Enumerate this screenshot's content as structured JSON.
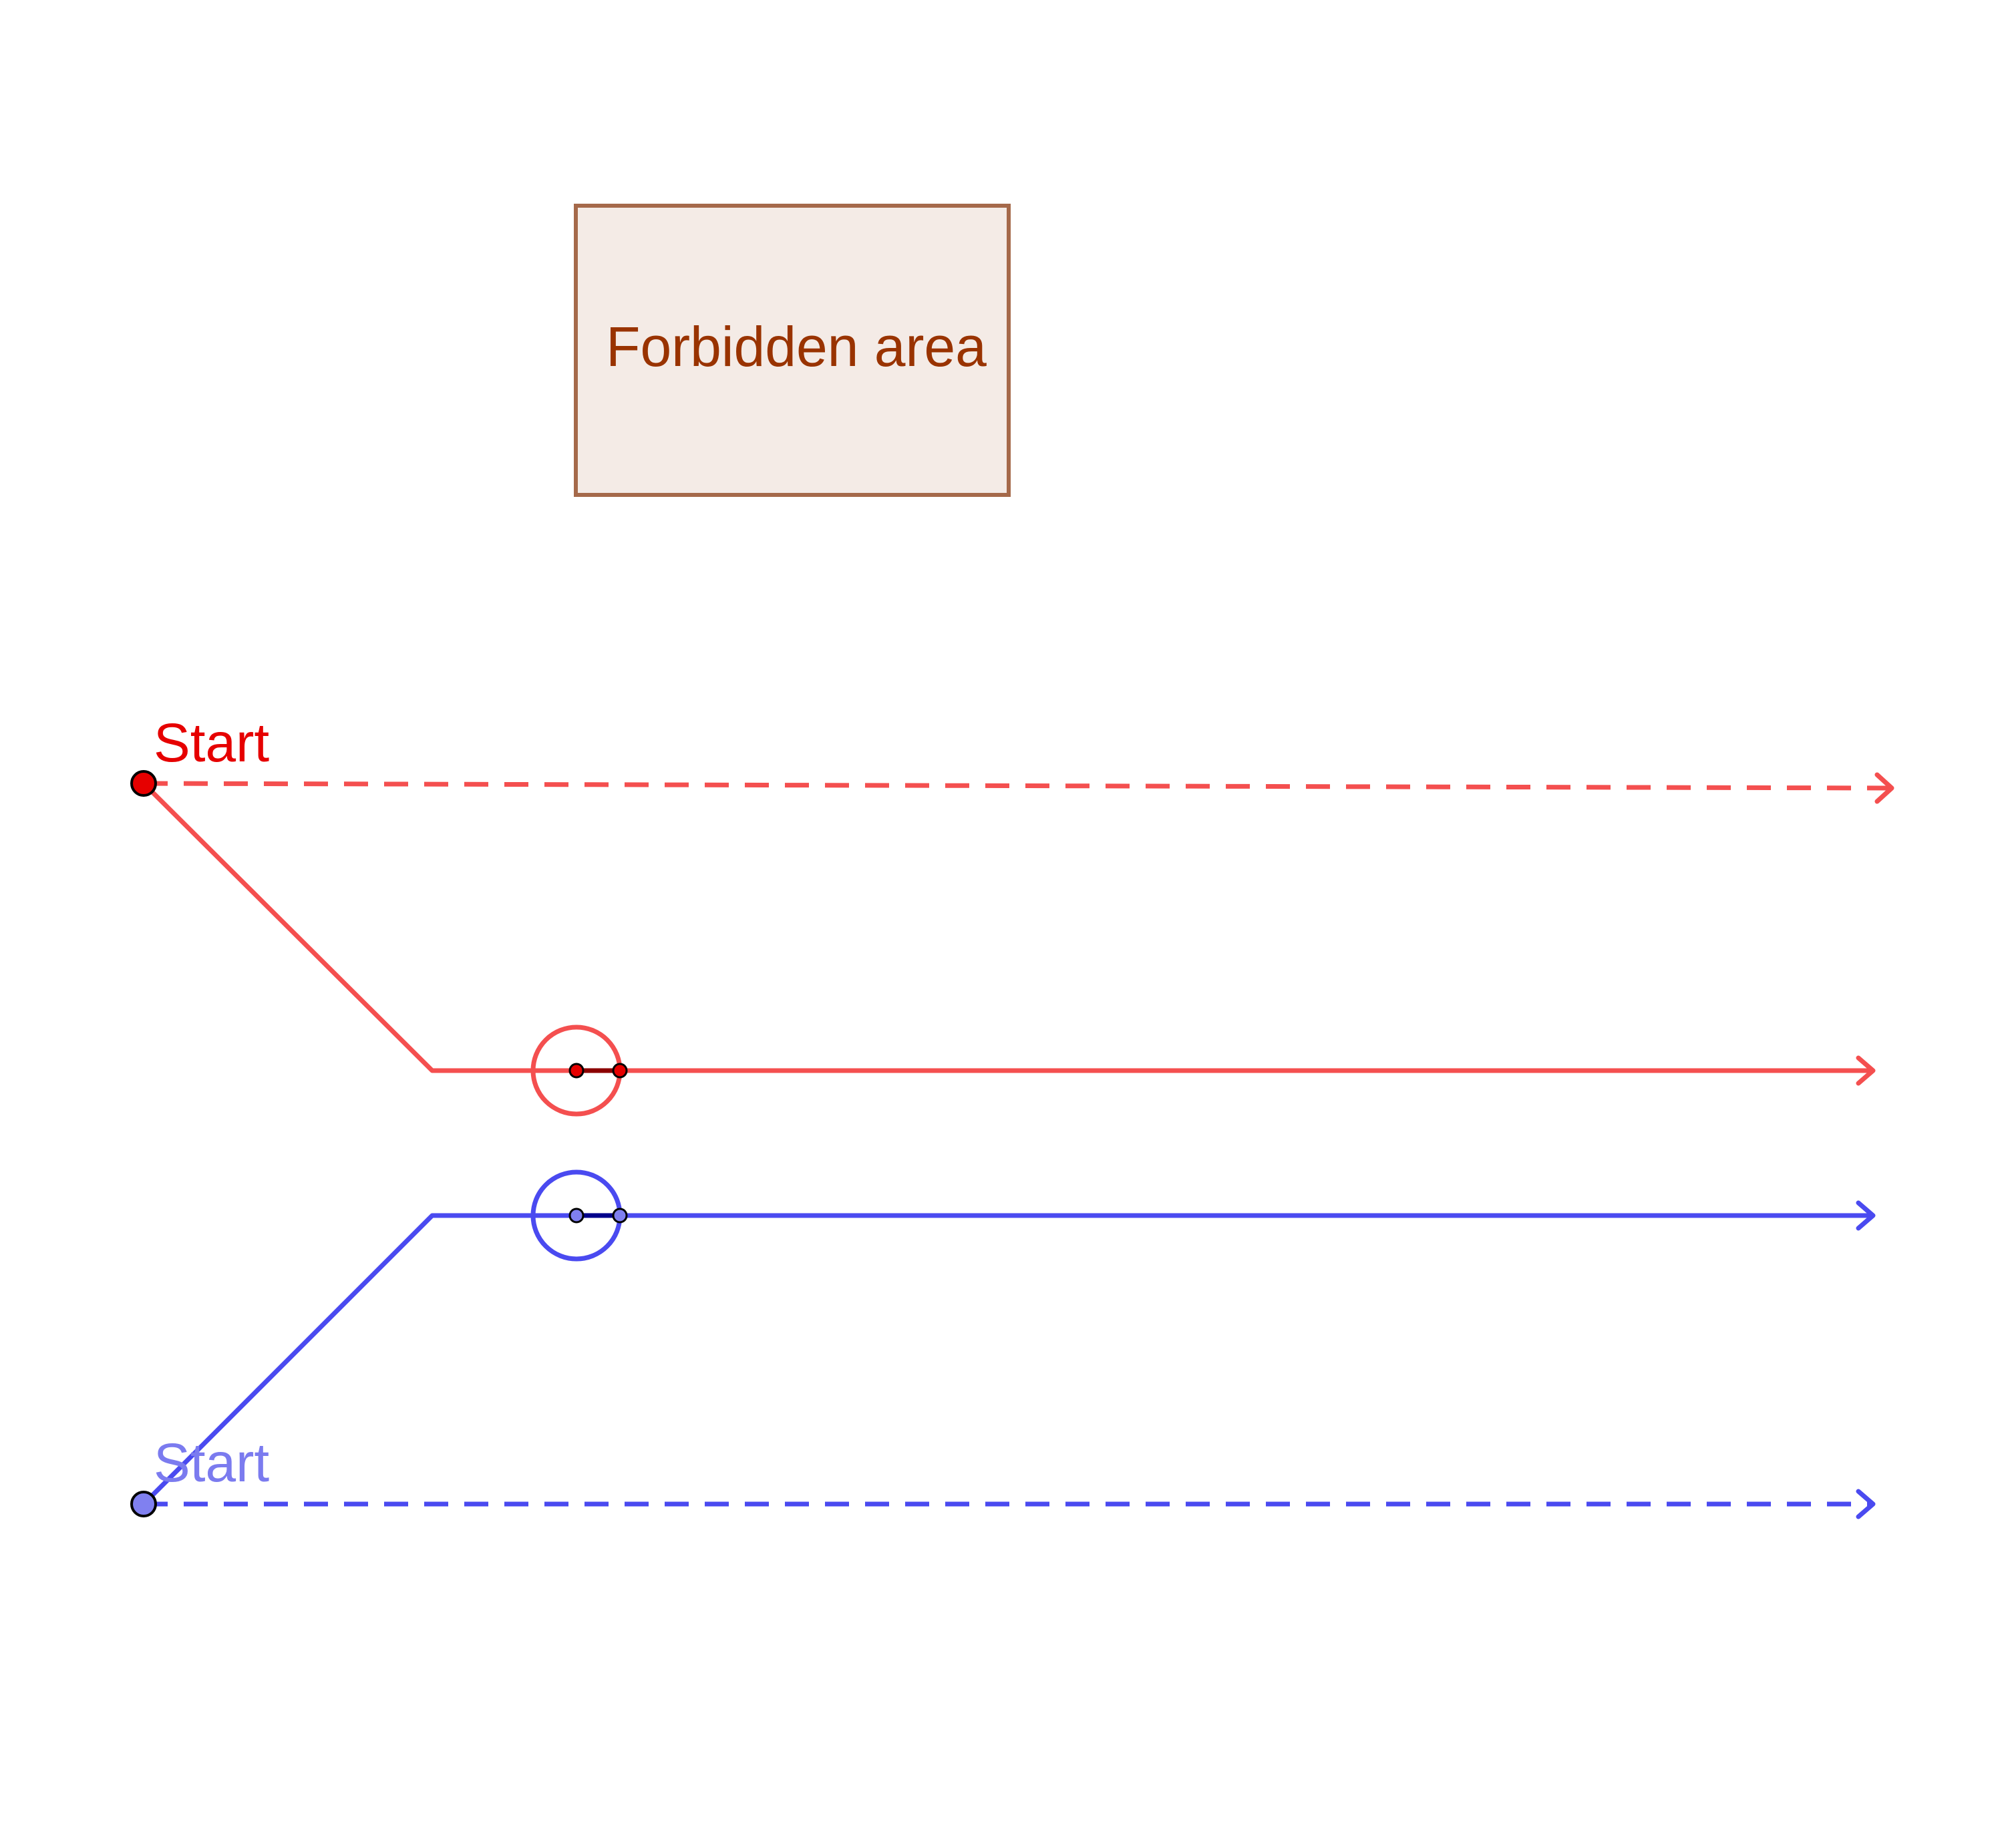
{
  "colors": {
    "background": "#ffffff",
    "red_path": "#f44f4f",
    "red_point": "#e60000",
    "blue_path": "#4a4af0",
    "blue_point": "#8080f0",
    "forbidden_fill": "#f4ebe6",
    "forbidden_stroke": "#a5694a",
    "forbidden_text": "#993300",
    "start_red_text": "#e60000",
    "start_blue_text": "#7b7bef"
  },
  "forbidden_area": {
    "label": "Forbidden area"
  },
  "red": {
    "start_label": "Start"
  },
  "blue": {
    "start_label": "Start"
  }
}
